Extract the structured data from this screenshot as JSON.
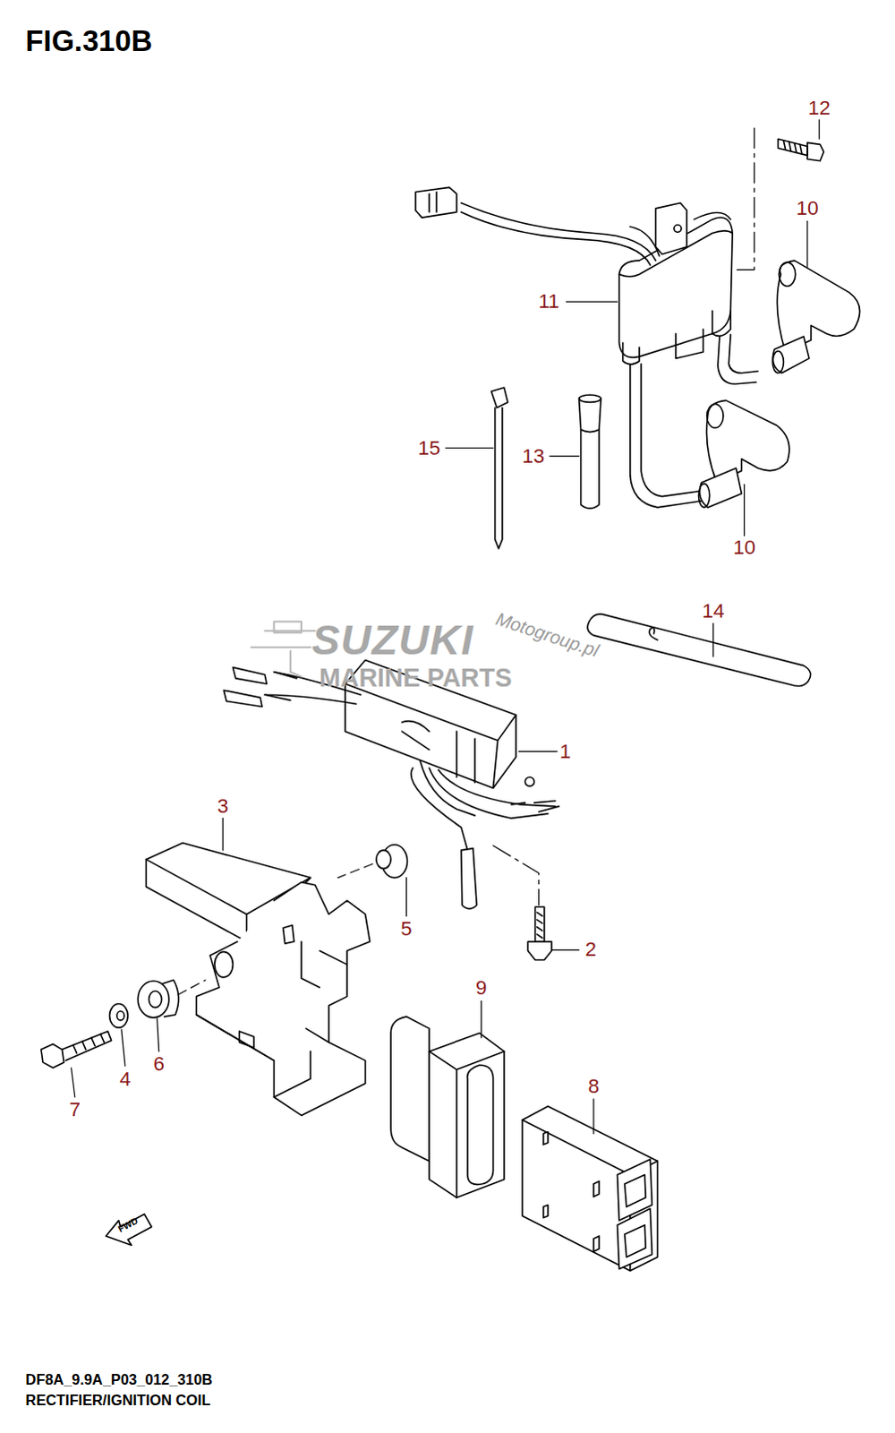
{
  "diagram": {
    "title": "FIG.310B",
    "caption": "RECTIFIER/IGNITION COIL",
    "labels": [
      "12",
      "10",
      "11",
      "15",
      "13",
      "10",
      "14",
      "1",
      "3",
      "5",
      "2",
      "9",
      "7",
      "4",
      "6",
      "8",
      "FWD",
      "DF8A_9.9A_P03_012_310B",
      "SUZUKI",
      "MARINE PARTS",
      "Motogroup.pl"
    ]
  }
}
